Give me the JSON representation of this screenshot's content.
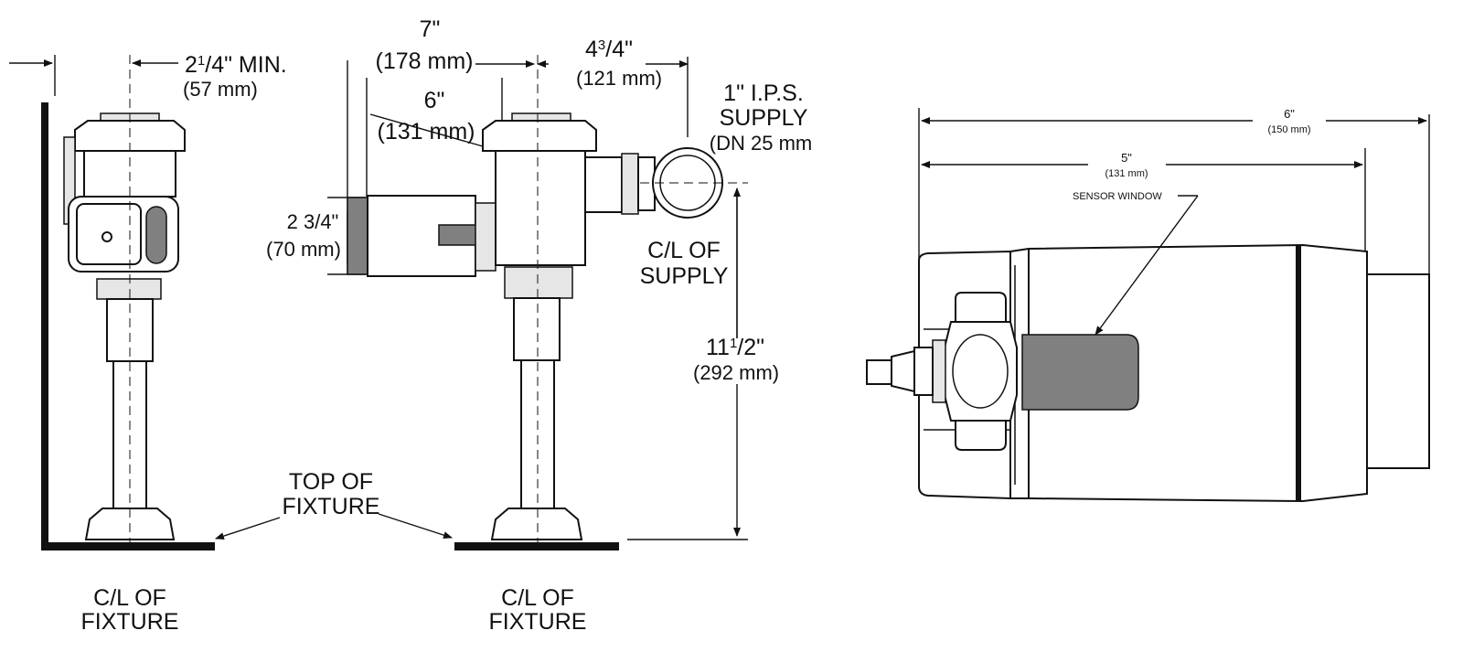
{
  "colors": {
    "line": "#111111",
    "background": "#ffffff",
    "sensor_window": "#808080",
    "base_bar": "#111111"
  },
  "side_view": {
    "wall_offset_main": "2",
    "wall_offset_sup": "1",
    "wall_offset_frac": "/4\" MIN.",
    "wall_offset_mm": "(57 mm)",
    "cl_label_line1": "C/L OF",
    "cl_label_line2": "FIXTURE"
  },
  "front_view": {
    "overall_width": "7\"",
    "overall_width_mm": "(178 mm)",
    "body_width": "6\"",
    "body_width_mm": "(131 mm)",
    "supply_offset_main": "4",
    "supply_offset_sup": "3",
    "supply_offset_frac": "/4\"",
    "supply_offset_mm": "(121 mm)",
    "supply_size_line1": "1\" I.P.S.",
    "supply_size_line2": "SUPPLY",
    "supply_size_line3": "(DN 25 mm",
    "sensor_height": "2 3/4\"",
    "sensor_height_mm": "(70 mm)",
    "cl_supply_line1": "C/L OF",
    "cl_supply_line2": "SUPPLY",
    "rough_in_main": "11",
    "rough_in_sup": "1",
    "rough_in_frac": "/2\"",
    "rough_in_mm": "(292 mm)",
    "top_of_fixture_line1": "TOP OF",
    "top_of_fixture_line2": "FIXTURE",
    "cl_label_line1": "C/L OF",
    "cl_label_line2": "FIXTURE"
  },
  "sensor_detail": {
    "overall_length": "6\"",
    "overall_length_mm": "(150 mm)",
    "body_length": "5\"",
    "body_length_mm": "(131 mm)",
    "window_label": "SENSOR WINDOW"
  }
}
